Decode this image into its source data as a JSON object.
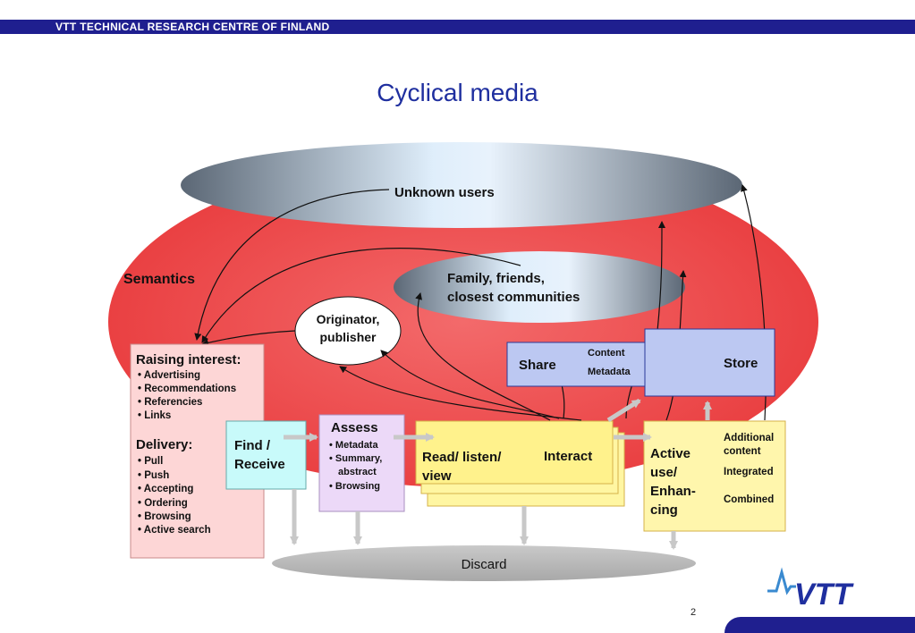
{
  "header": {
    "org": "VTT TECHNICAL RESEARCH CENTRE OF FINLAND"
  },
  "title": "Cyclical media",
  "diagram": {
    "unknown_users": "Unknown users",
    "semantics": "Semantics",
    "family_line1": "Family, friends,",
    "family_line2": "closest communities",
    "originator_line1": "Originator,",
    "originator_line2": "publisher",
    "raising_interest": {
      "heading": "Raising interest:",
      "items": [
        "• Advertising",
        "• Recommendations",
        "• Referencies",
        "• Links"
      ]
    },
    "delivery": {
      "heading": "Delivery:",
      "items": [
        "• Pull",
        "• Push",
        "• Accepting",
        "• Ordering",
        "• Browsing",
        "• Active search"
      ]
    },
    "find_receive": {
      "line1": "Find /",
      "line2": "Receive"
    },
    "assess": {
      "heading": "Assess",
      "items": [
        "• Metadata",
        "• Summary,",
        "  abstract",
        "• Browsing"
      ]
    },
    "read": {
      "line1": "Read/ listen/",
      "line2": "view"
    },
    "interact": "Interact",
    "share": "Share",
    "content": "Content",
    "metadata": "Metadata",
    "store": "Store",
    "active": {
      "line1": "Active",
      "line2": "use/",
      "line3": "Enhan-",
      "line4": "cing"
    },
    "additional_line1": "Additional",
    "additional_line2": "content",
    "integrated": "Integrated",
    "combined": "Combined",
    "discard": "Discard"
  },
  "footer": {
    "page_number": "2",
    "logo_text": "VTT"
  },
  "colors": {
    "brand_blue": "#1f1f8f",
    "title_blue": "#1f2f9f",
    "semantics_red": "#e8383a"
  }
}
